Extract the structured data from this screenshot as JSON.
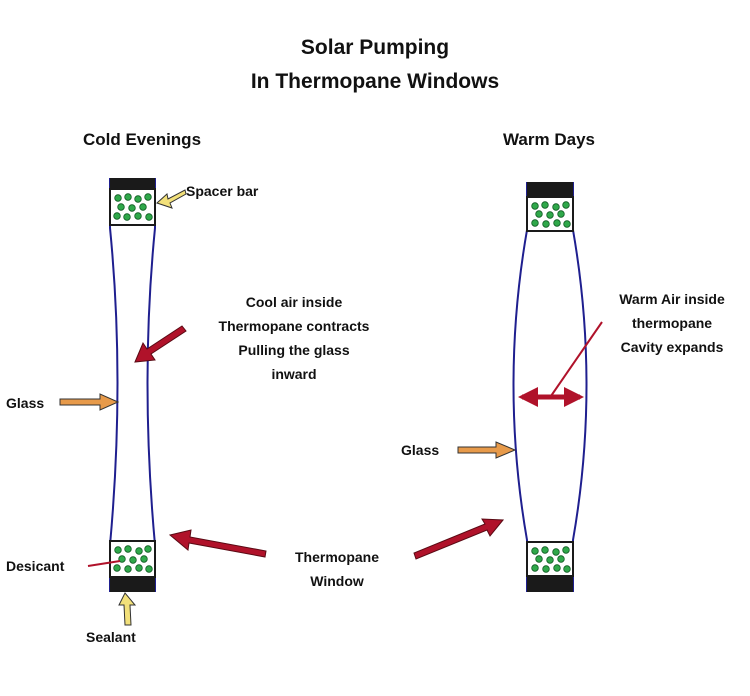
{
  "title": {
    "line1": "Solar Pumping",
    "line2": "In Thermopane Windows"
  },
  "left_panel": {
    "heading": "Cold Evenings",
    "spacer_label": "Spacer bar",
    "note": [
      "Cool air inside",
      "Thermopane contracts",
      "Pulling the glass",
      "inward"
    ],
    "glass_label": "Glass",
    "desiccant_label": "Desicant",
    "sealant_label": "Sealant"
  },
  "right_panel": {
    "heading": "Warm Days",
    "note": [
      "Warm Air inside",
      "thermopane",
      "Cavity expands"
    ],
    "glass_label": "Glass"
  },
  "center": {
    "label_line1": "Thermopane",
    "label_line2": "Window"
  },
  "colors": {
    "glass_line": "#1f1f8f",
    "bar_fill": "#1a1a1a",
    "desiccant_fill": "#ffffff",
    "bead_fill": "#2fa84a",
    "red_arrow": "#b0122a",
    "orange_arrow": "#e79a4a",
    "yellow_arrow": "#f2e07a"
  }
}
